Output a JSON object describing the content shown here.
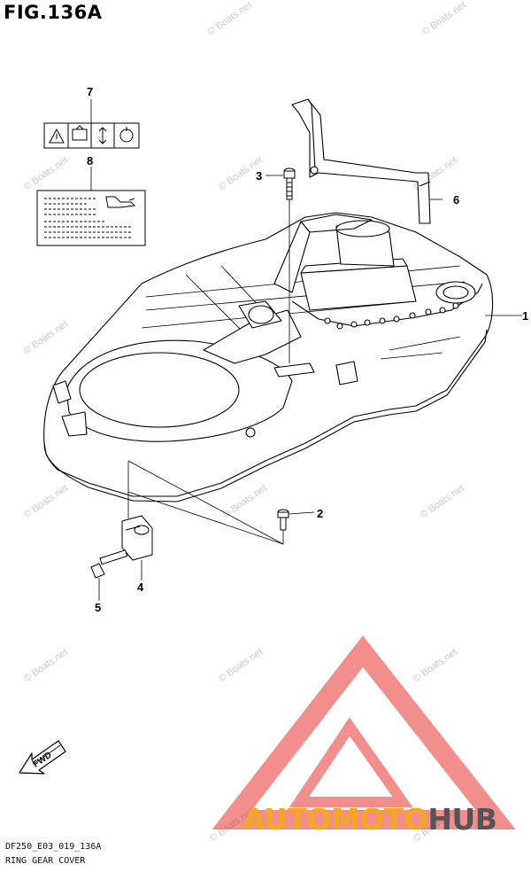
{
  "figure": {
    "title": "FIG.136A",
    "code": "DF250_E03_019_136A",
    "name": "RING GEAR COVER"
  },
  "callouts": [
    "1",
    "2",
    "3",
    "4",
    "5",
    "6",
    "7",
    "8"
  ],
  "fwd_label": "FWD",
  "watermark": "© Boats.net",
  "brand": {
    "part_a": "AUTOMOTO",
    "part_b": "HUB"
  },
  "colors": {
    "logo_orange": "#f3a81f",
    "logo_gray": "#555555",
    "logo_red": "#e8332f",
    "line": "#000000"
  }
}
